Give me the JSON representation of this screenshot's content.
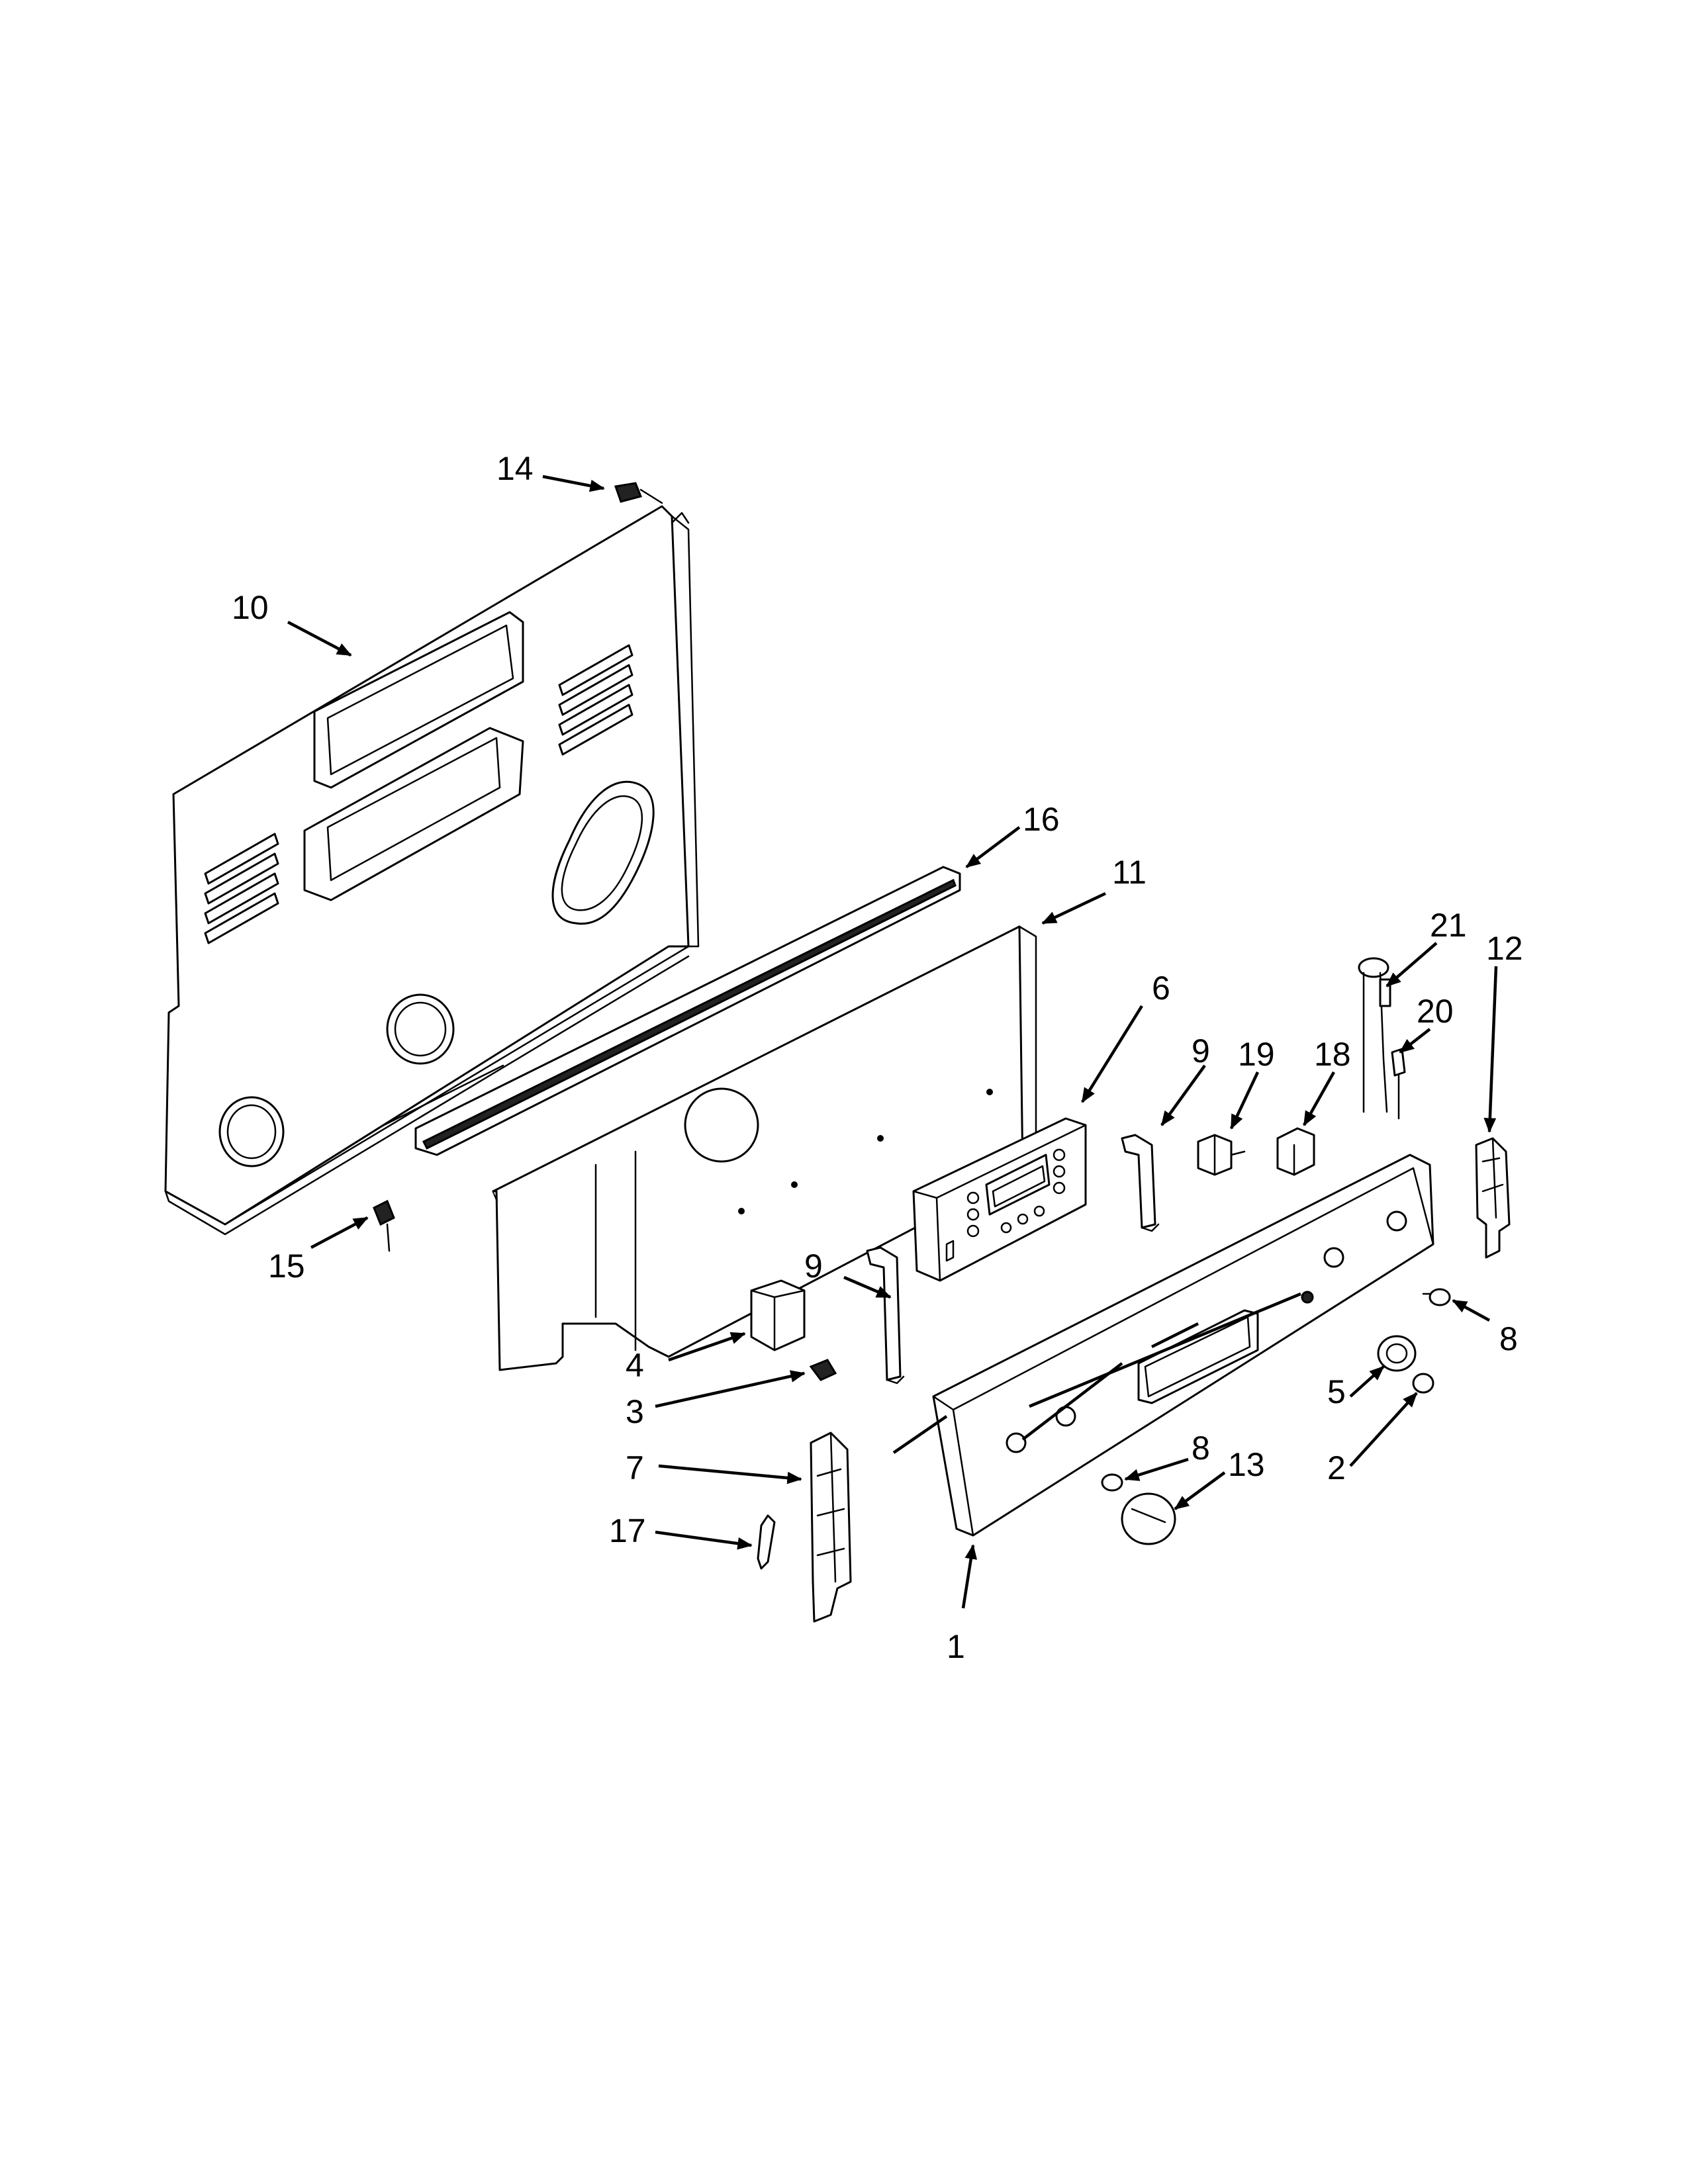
{
  "callouts": [
    {
      "id": "c1",
      "label": "1"
    },
    {
      "id": "c2",
      "label": "2"
    },
    {
      "id": "c3",
      "label": "3"
    },
    {
      "id": "c4",
      "label": "4"
    },
    {
      "id": "c5",
      "label": "5"
    },
    {
      "id": "c6",
      "label": "6"
    },
    {
      "id": "c7",
      "label": "7"
    },
    {
      "id": "c8a",
      "label": "8"
    },
    {
      "id": "c8b",
      "label": "8"
    },
    {
      "id": "c9a",
      "label": "9"
    },
    {
      "id": "c9b",
      "label": "9"
    },
    {
      "id": "c10",
      "label": "10"
    },
    {
      "id": "c11",
      "label": "11"
    },
    {
      "id": "c12",
      "label": "12"
    },
    {
      "id": "c13",
      "label": "13"
    },
    {
      "id": "c14",
      "label": "14"
    },
    {
      "id": "c15",
      "label": "15"
    },
    {
      "id": "c16",
      "label": "16"
    },
    {
      "id": "c17",
      "label": "17"
    },
    {
      "id": "c18",
      "label": "18"
    },
    {
      "id": "c19",
      "label": "19"
    },
    {
      "id": "c20",
      "label": "20"
    },
    {
      "id": "c21",
      "label": "21"
    }
  ]
}
